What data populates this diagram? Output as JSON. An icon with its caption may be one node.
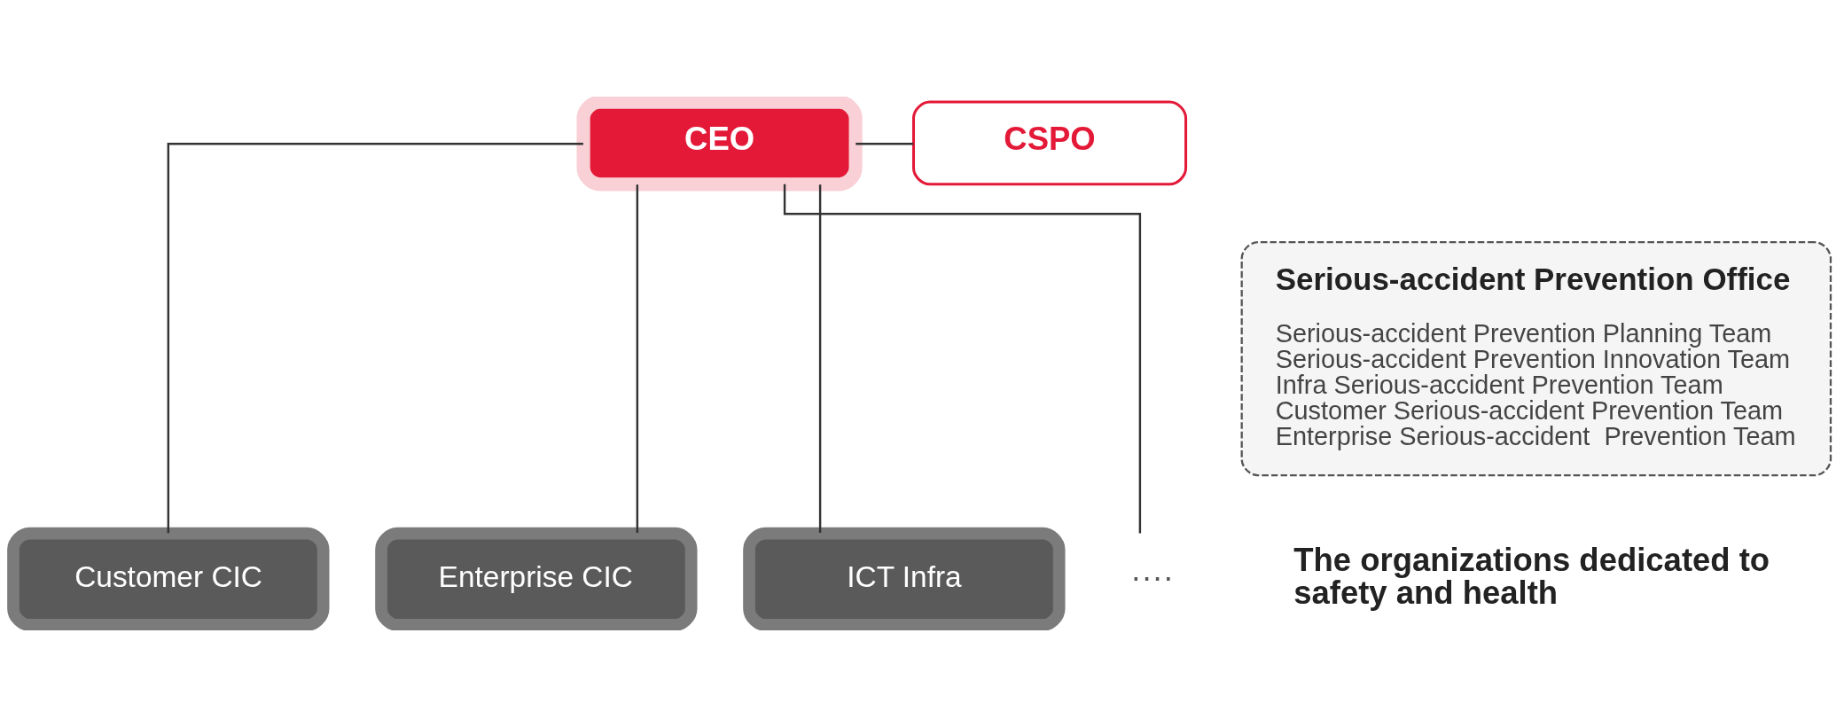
{
  "diagram": {
    "nodes": [
      {
        "text": [
          "CEO"
        ]
      },
      {
        "text": [
          "CSPO"
        ]
      },
      {
        "text": [
          "Serious-accident Prevention Office",
          "Serious-accident Prevention Planning Team",
          "Serious-accident Prevention Innovation Team",
          "Infra Serious-accident Prevention Team",
          "Customer Serious-accident Prevention Team",
          "Enterprise Serious-accident  Prevention Team"
        ],
        "beside": [
          "The organizations dedicated to safety and health"
        ]
      },
      {
        "text": [
          "Customer CIC"
        ]
      },
      {
        "text": [
          "Enterprise CIC"
        ]
      },
      {
        "text": [
          "ICT Infra"
        ]
      },
      {
        "text": [
          "····"
        ]
      }
    ],
    "edges": [
      {
        "from": 0,
        "to": 1,
        "arrow": "none"
      },
      {
        "from": 0,
        "to": 3,
        "arrow": "none"
      },
      {
        "from": 0,
        "to": 4,
        "arrow": "none"
      },
      {
        "from": 0,
        "to": 5,
        "arrow": "none"
      },
      {
        "from": 0,
        "to": 6,
        "arrow": "none"
      }
    ]
  }
}
